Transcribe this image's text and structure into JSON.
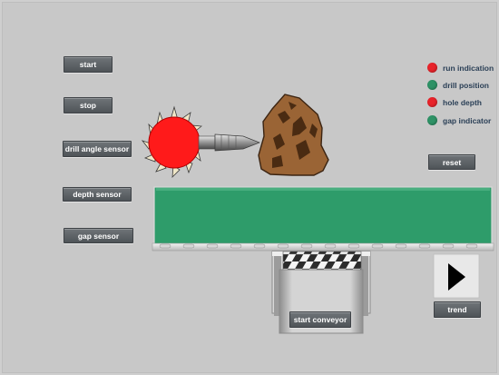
{
  "controls": {
    "start": "start",
    "stop": "stop",
    "drill_angle_sensor": "drill angle sensor",
    "depth_sensor": "depth sensor",
    "gap_sensor": "gap sensor",
    "reset": "reset",
    "trend": "trend",
    "start_conveyor": "start conveyor"
  },
  "indicators": [
    {
      "label": "run indication",
      "color": "#e8232a"
    },
    {
      "label": "drill position",
      "color": "#2e9266"
    },
    {
      "label": "hole depth",
      "color": "#e8232a"
    },
    {
      "label": "gap indicator",
      "color": "#2e9266"
    }
  ],
  "colors": {
    "cutter": "#ff1a1a",
    "conveyor_belt": "#2e9c6a",
    "rock": "#9a6435"
  },
  "icons": {
    "trend": "play-triangle-icon"
  }
}
